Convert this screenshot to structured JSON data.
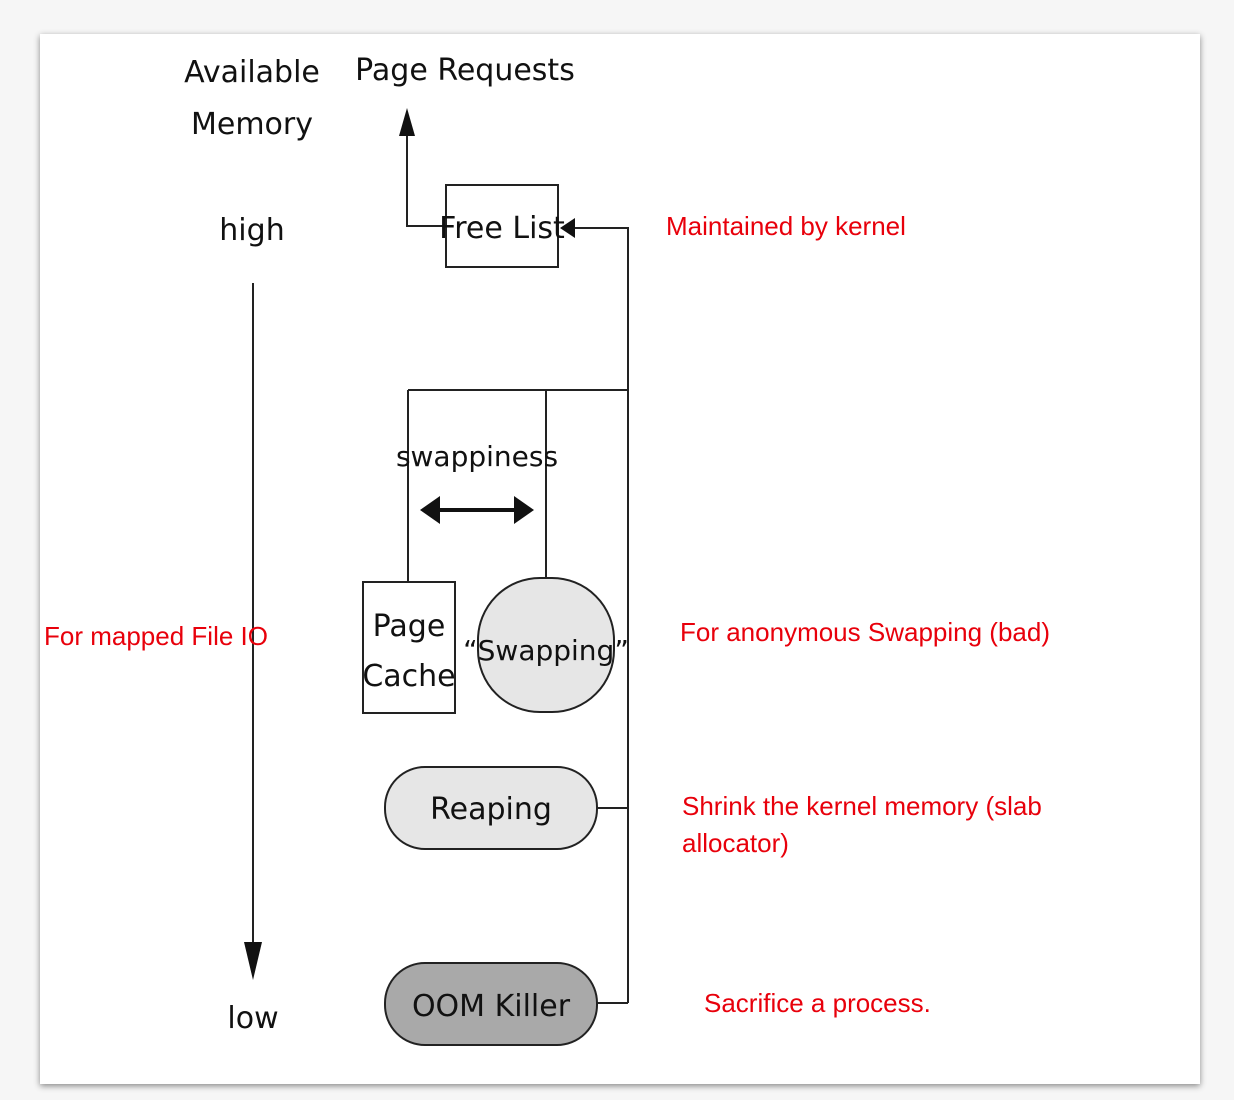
{
  "diagram": {
    "available_memory_line1": "Available",
    "available_memory_line2": "Memory",
    "page_requests": "Page Requests",
    "high": "high",
    "low": "low",
    "free_list": "Free List",
    "swappiness": "swappiness",
    "page_cache_line1": "Page",
    "page_cache_line2": "Cache",
    "swapping": "“Swapping”",
    "reaping": "Reaping",
    "oom_killer": "OOM Killer"
  },
  "annotations": {
    "maintained_by_kernel": "Maintained by kernel",
    "mapped_file_io": "For mapped File IO",
    "anonymous_swapping": "For anonymous Swapping (bad)",
    "shrink_line1": "Shrink the kernel memory (slab",
    "shrink_line2": "allocator)",
    "sacrifice": "Sacrifice a process."
  },
  "colors": {
    "annotation_red": "#e8000b",
    "pill_light_fill": "#e6e6e6",
    "pill_dark_fill": "#a9a9a9",
    "line": "#222222"
  }
}
